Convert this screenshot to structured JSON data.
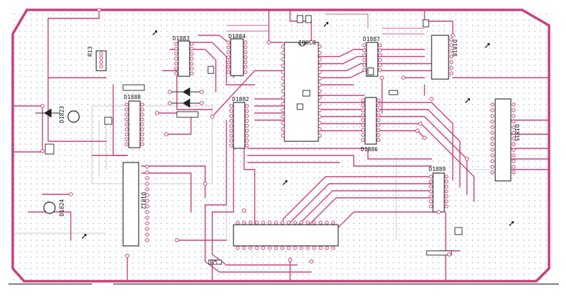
{
  "board": {
    "border_color": "#c8407c",
    "trace_color": "#c8407c",
    "grid_dot_color": "#9aa8c6",
    "background": "#ffffff"
  },
  "labels": {
    "u1": "D1881",
    "u2": "D1883",
    "u3": "D1884",
    "u4": "D1882",
    "u5": "D1886",
    "u6": "D1887",
    "u7": "D1888",
    "u8": "D1889",
    "j1": "D1818",
    "j2": "D1815",
    "j3": "D1812",
    "sw1": "D1823",
    "sw2": "D1824",
    "r1": "R13",
    "r2": "R8"
  },
  "icons": [
    "arrow-marker-icon",
    "diode-icon",
    "capacitor-icon",
    "crystal-icon"
  ]
}
